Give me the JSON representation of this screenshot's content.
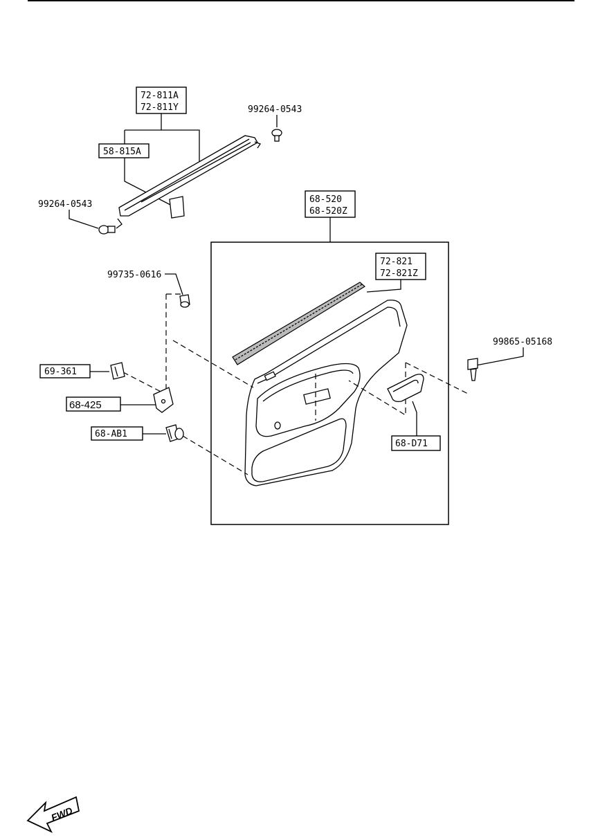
{
  "labels": {
    "trim_72_811": [
      "72-811A",
      "72-811Y"
    ],
    "seal_58_815": "58-815A",
    "screw_top_right": "99264-0543",
    "screw_left": "99264-0543",
    "trim_board": [
      "68-520",
      "68-520Z"
    ],
    "strip_72_821": [
      "72-821",
      "72-821Z"
    ],
    "screw_99735": "99735-0616",
    "clip_69_361": "69-361",
    "bracket_68_425": "68-425",
    "clip_68_ab1": "68-AB1",
    "screw_99865": "99865-05168",
    "handle_cover": "68-D71"
  },
  "fwd_label": "FWD"
}
